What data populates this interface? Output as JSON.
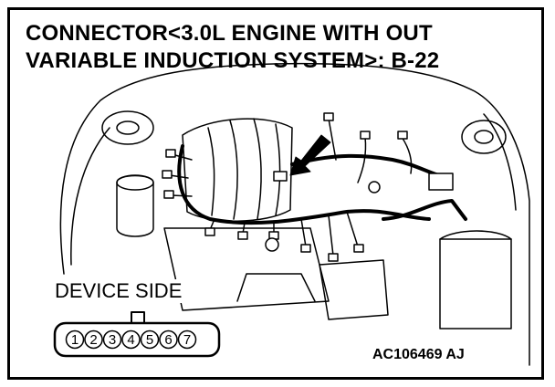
{
  "title": {
    "line1": "CONNECTOR<3.0L ENGINE WITH OUT",
    "line2": "VARIABLE INDUCTION SYSTEM>: B-22"
  },
  "connector": {
    "label": "DEVICE SIDE",
    "pins": [
      "1",
      "2",
      "3",
      "4",
      "5",
      "6",
      "7"
    ]
  },
  "figure_code": "AC106469 AJ"
}
